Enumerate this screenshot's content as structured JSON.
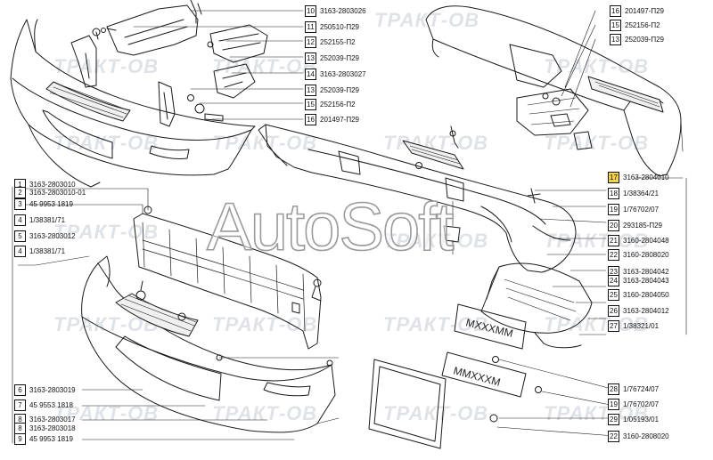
{
  "watermarks": {
    "brand": "ТРАКТ-ОВ",
    "autosoft": "AutoSoft"
  },
  "colors": {
    "line": "#1a1a1a",
    "watermark": "#dfe3e8",
    "highlight": "#f6d34a"
  },
  "callouts": [
    {
      "num": "10",
      "code": "3163-2803026"
    },
    {
      "num": "11",
      "code": "250510-П29"
    },
    {
      "num": "12",
      "code": "252155-П2"
    },
    {
      "num": "13",
      "code": "252039-П29"
    },
    {
      "num": "14",
      "code": "3163-2803027"
    },
    {
      "num": "13",
      "code": "252039-П29"
    },
    {
      "num": "15",
      "code": "252156-П2"
    },
    {
      "num": "16",
      "code": "201497-П29"
    },
    {
      "num": "16",
      "code": "201497-П29"
    },
    {
      "num": "15",
      "code": "252156-П2"
    },
    {
      "num": "13",
      "code": "252039-П29"
    },
    {
      "num": "1",
      "code": "3163-2803010"
    },
    {
      "num": "2",
      "code": "3163-2803010-01"
    },
    {
      "num": "3",
      "code": "45 9953 1819"
    },
    {
      "num": "4",
      "code": "1/38381/71"
    },
    {
      "num": "5",
      "code": "3163-2803012"
    },
    {
      "num": "4",
      "code": "1/38381/71"
    },
    {
      "num": "6",
      "code": "3163-2803019"
    },
    {
      "num": "7",
      "code": "45 9553 1818"
    },
    {
      "num": "8",
      "code": "3163-2803017"
    },
    {
      "num": "8",
      "code": "3163-2803018"
    },
    {
      "num": "9",
      "code": "45 9953 1819"
    },
    {
      "num": "17",
      "code": "3163-2804010",
      "highlight": true
    },
    {
      "num": "18",
      "code": "1/38364/21"
    },
    {
      "num": "19",
      "code": "1/76702/07"
    },
    {
      "num": "20",
      "code": "293185-П29"
    },
    {
      "num": "21",
      "code": "3160-2804048"
    },
    {
      "num": "22",
      "code": "3160-2808020"
    },
    {
      "num": "23",
      "code": "3163-2804042"
    },
    {
      "num": "24",
      "code": "3163-2804043"
    },
    {
      "num": "25",
      "code": "3160-2804050"
    },
    {
      "num": "26",
      "code": "3163-2804012"
    },
    {
      "num": "27",
      "code": "1/38321/01"
    },
    {
      "num": "28",
      "code": "1/76724/07"
    },
    {
      "num": "19",
      "code": "1/76702/07"
    },
    {
      "num": "29",
      "code": "1/05193/01"
    },
    {
      "num": "22",
      "code": "3160-2808020"
    }
  ]
}
